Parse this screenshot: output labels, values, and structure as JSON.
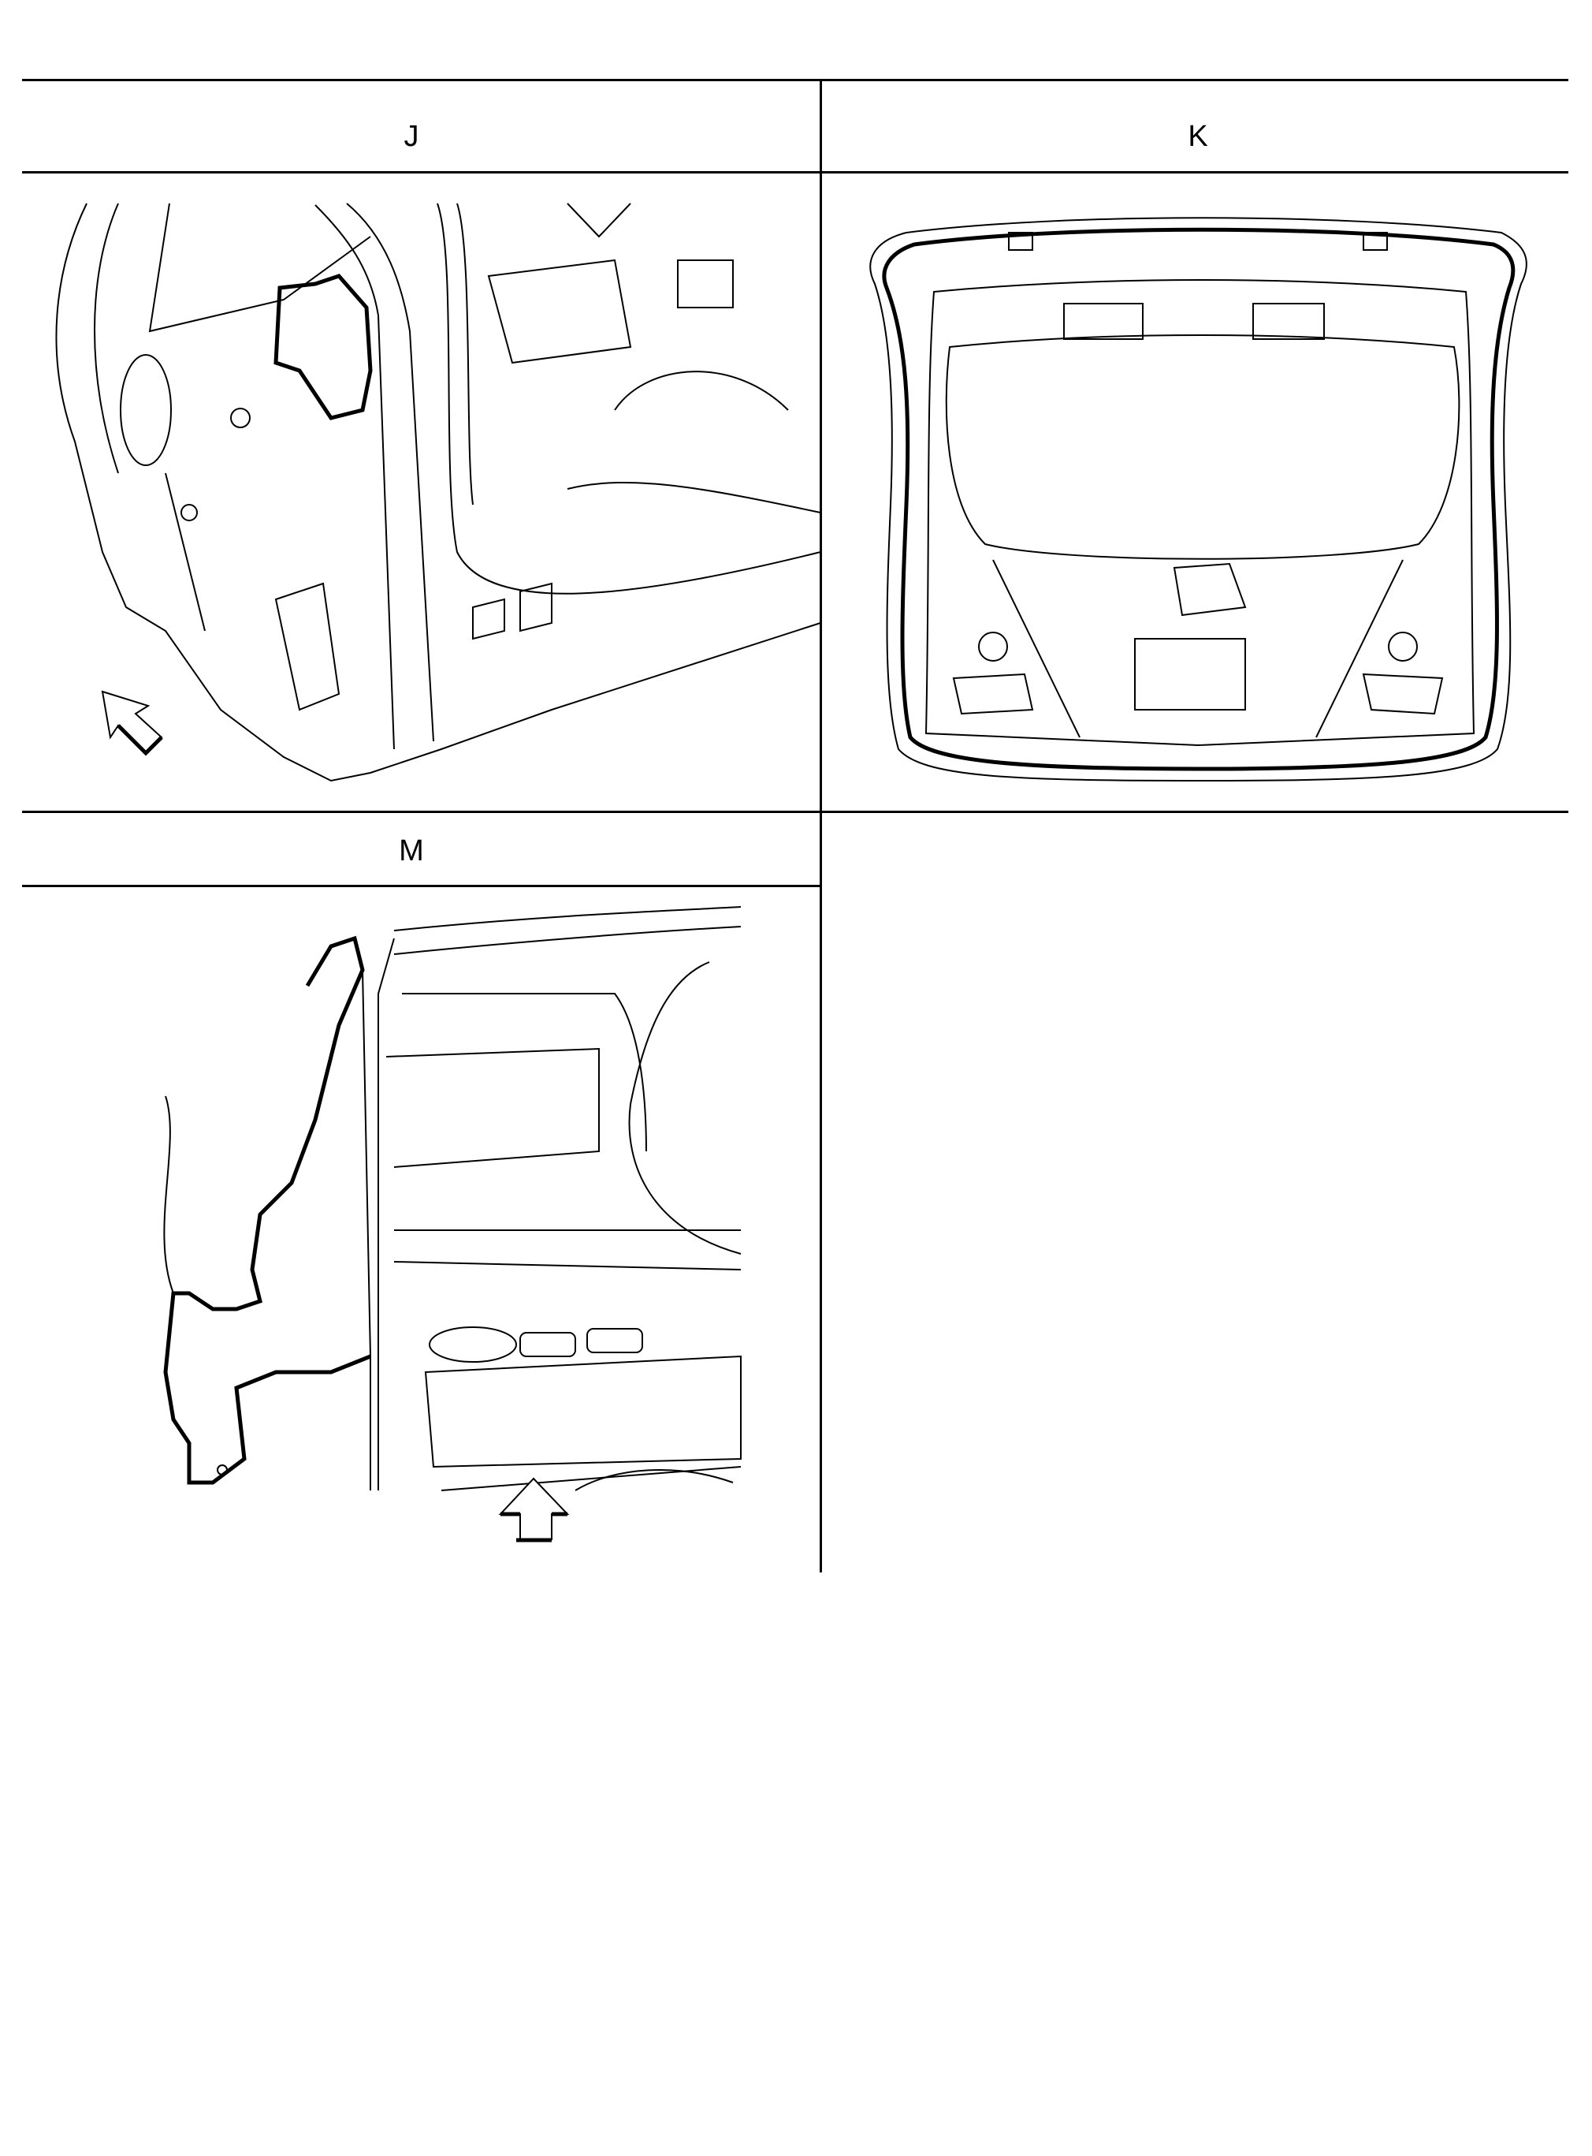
{
  "panels": [
    {
      "label": "J"
    },
    {
      "label": "K"
    },
    {
      "label": "M"
    }
  ]
}
